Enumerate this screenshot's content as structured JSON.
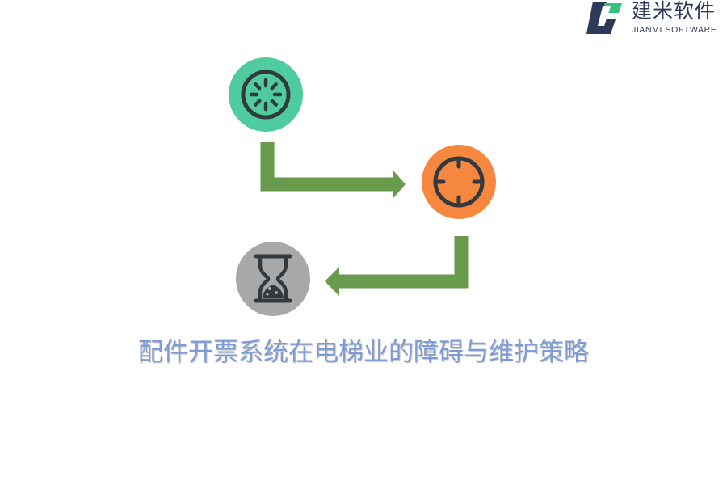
{
  "logo": {
    "name_cn": "建米软件",
    "name_en": "JIANMI SOFTWARE"
  },
  "nodes": [
    {
      "icon": "loading-spinner-icon",
      "color": "#4ecb9f"
    },
    {
      "icon": "crosshair-target-icon",
      "color": "#f5873e"
    },
    {
      "icon": "hourglass-icon",
      "color": "#a8a8a8"
    }
  ],
  "arrow_color": "#6a9a4b",
  "icon_stroke_color": "#333a3f",
  "caption": "配件开票系统在电梯业的障碍与维护策略",
  "caption_color": "#7e9bd3"
}
